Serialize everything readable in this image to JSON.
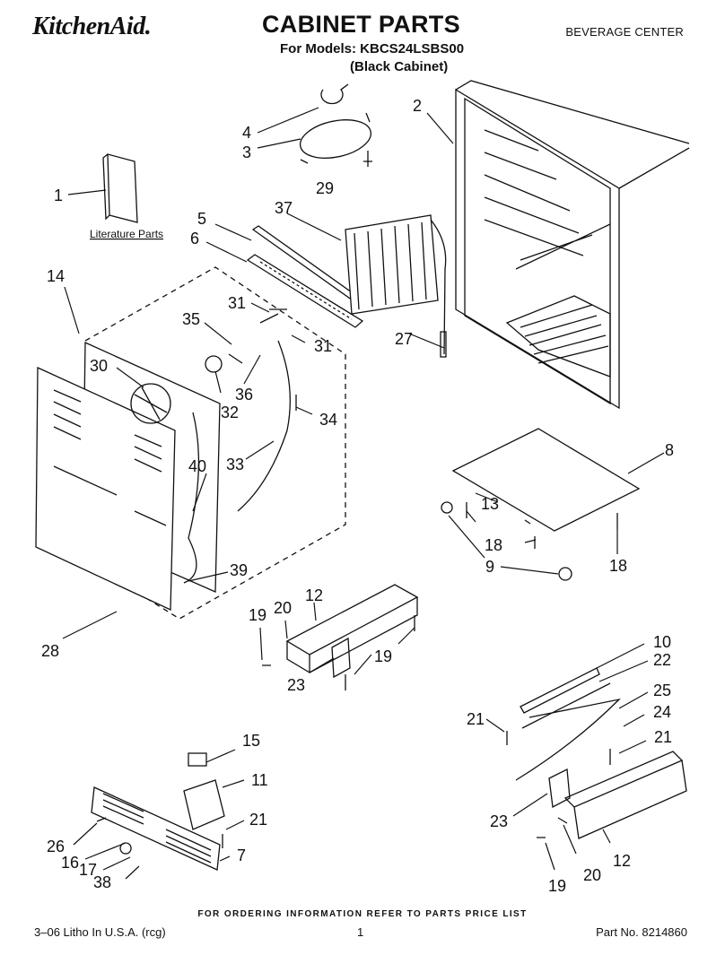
{
  "header": {
    "brand": "KitchenAid.",
    "title": "CABINET PARTS",
    "models_line": "For Models: KBCS24LSBS00",
    "cabinet_line": "(Black Cabinet)",
    "section": "BEVERAGE CENTER"
  },
  "diagram": {
    "literature_label": "Literature Parts",
    "callouts": [
      "1",
      "2",
      "3",
      "4",
      "5",
      "6",
      "7",
      "8",
      "9",
      "10",
      "11",
      "12",
      "12",
      "13",
      "14",
      "15",
      "16",
      "17",
      "18",
      "18",
      "19",
      "19",
      "19",
      "20",
      "20",
      "21",
      "21",
      "21",
      "22",
      "23",
      "23",
      "24",
      "25",
      "26",
      "27",
      "28",
      "29",
      "30",
      "31",
      "31",
      "32",
      "33",
      "34",
      "35",
      "36",
      "37",
      "38",
      "39",
      "40"
    ]
  },
  "footer": {
    "ordering": "FOR ORDERING INFORMATION REFER TO PARTS PRICE LIST",
    "litho": "3–06 Litho In U.S.A. (rcg)",
    "page": "1",
    "part_no": "Part No. 8214860"
  }
}
